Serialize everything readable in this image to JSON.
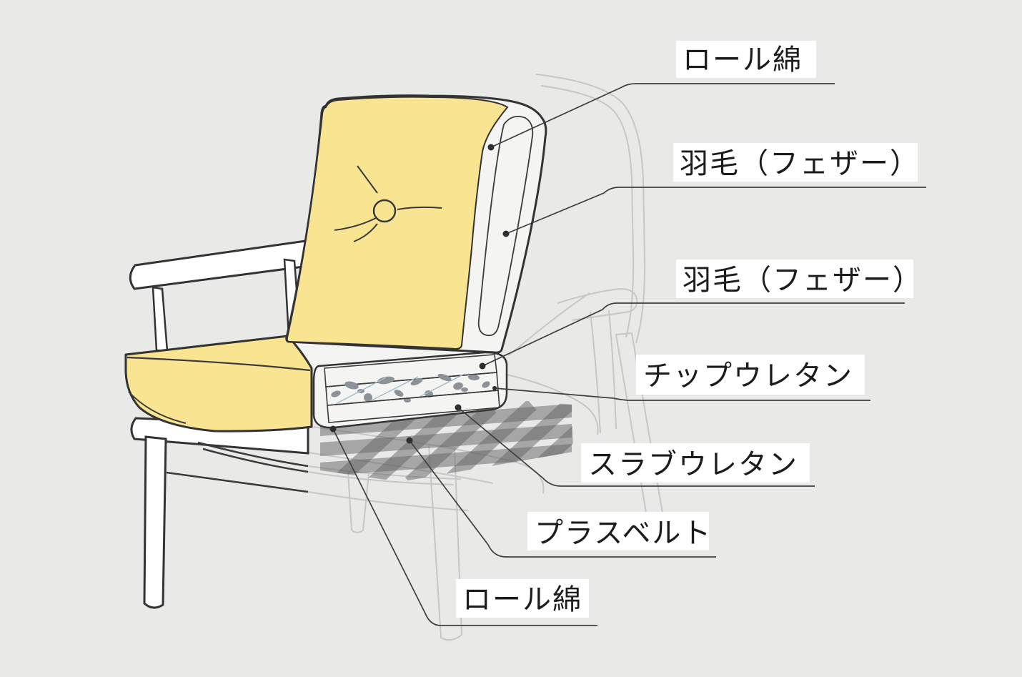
{
  "diagram": {
    "labels": {
      "roll_cotton_top": "ロール綿",
      "feather_back": "羽毛（フェザー）",
      "feather_seat": "羽毛（フェザー）",
      "chip_urethane": "チップウレタン",
      "slab_urethane": "スラブウレタン",
      "plus_belt": "プラスベルト",
      "roll_cotton_bottom": "ロール綿"
    },
    "colors": {
      "background": "#e9e9e8",
      "fabric_yellow": "#f8e491",
      "feather_cream": "#fcf5e0",
      "feather_top_cream": "#fbf3da",
      "slab_cream": "#f8f0d2",
      "roll_cotton_white": "#f4f4f3",
      "chip_urethane_blue": "#cfe3ee",
      "chip_fleck_gray": "#8d9298",
      "webbing_gray": "#636363",
      "outline_dark": "#333333",
      "ghost_gray": "#c7c7c6",
      "label_bg": "#ffffff",
      "label_text": "#1c1c1c"
    }
  }
}
